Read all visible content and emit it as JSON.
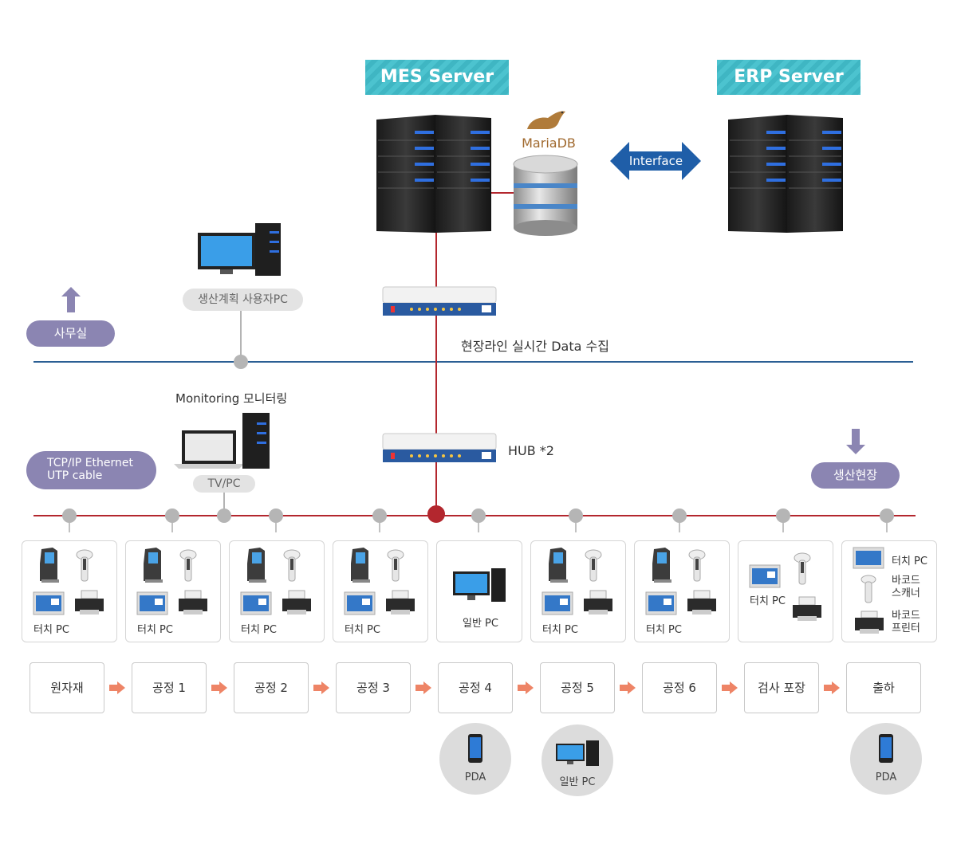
{
  "servers": {
    "mes": "MES Server",
    "erp": "ERP Server",
    "db": "MariaDB",
    "interface": "Interface"
  },
  "office": {
    "label": "사무실",
    "planning_pc": "생산계획 사용자PC",
    "monitoring": "Monitoring 모니터링",
    "tvpc": "TV/PC",
    "realtime": "현장라인 실시간 Data 수집"
  },
  "network": {
    "cable": "TCP/IP Ethernet\nUTP cable",
    "hub": "HUB *2",
    "floor": "생산현장"
  },
  "devices": [
    {
      "label": "터치 PC"
    },
    {
      "label": "터치 PC"
    },
    {
      "label": "터치 PC"
    },
    {
      "label": "터치 PC"
    },
    {
      "label": "일반 PC"
    },
    {
      "label": "터치 PC"
    },
    {
      "label": "터치 PC"
    },
    {
      "label": "터치 PC"
    },
    {
      "label": "터치 PC",
      "label2": "바코드\n스캐너",
      "label3": "바코드\n프린터"
    }
  ],
  "steps": [
    "원자재",
    "공정 1",
    "공정 2",
    "공정 3",
    "공정 4",
    "공정 5",
    "공정 6",
    "검사 포장",
    "출하"
  ],
  "mobiles": [
    {
      "label": "PDA"
    },
    {
      "label": "일반 PC"
    },
    {
      "label": "PDA"
    }
  ],
  "colors": {
    "teal": "#47bcc9",
    "purple": "#8b85b2",
    "red_line": "#b3272e",
    "blue_line": "#2b5f94",
    "arrow": "#ee8466",
    "interface_blue": "#1f5ea8"
  }
}
